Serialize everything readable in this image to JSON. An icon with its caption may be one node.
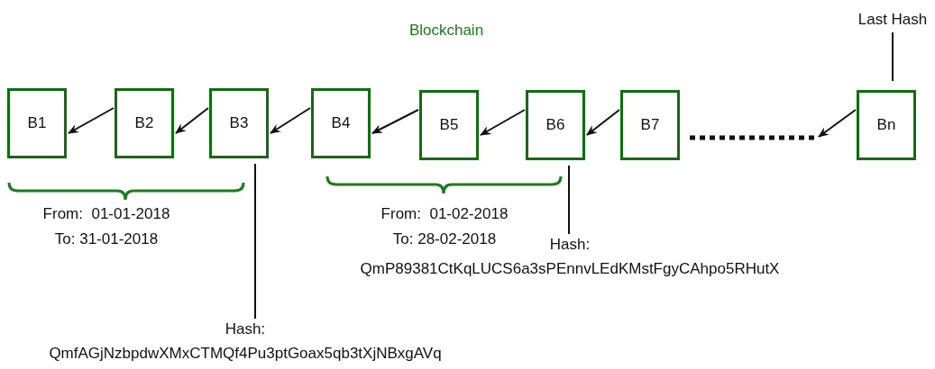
{
  "diagram": {
    "title": "Blockchain",
    "nodes": [
      {
        "text": [
          "B1"
        ]
      },
      {
        "text": [
          "B2"
        ]
      },
      {
        "text": [
          "B3"
        ]
      },
      {
        "text": [
          "B4"
        ]
      },
      {
        "text": [
          "B5"
        ]
      },
      {
        "text": [
          "B6"
        ]
      },
      {
        "text": [
          "B7"
        ]
      },
      {
        "text": [
          "Bn"
        ]
      },
      {
        "text": [
          "Hash:",
          "QmfAGjNzbpdwXMxCTMQf4Pu3ptGoax5qb3tXjNBxgAVq"
        ]
      },
      {
        "text": [
          "Hash:",
          "QmP89381CtKqLUCS6a3sPEnnvLEdKMstFgyCAhpo5RHutX"
        ]
      },
      {
        "text": [
          "Last Hash"
        ]
      }
    ],
    "edges": [
      {
        "from": 1,
        "to": 0,
        "arrow": "to"
      },
      {
        "from": 2,
        "to": 1,
        "arrow": "to"
      },
      {
        "from": 3,
        "to": 2,
        "arrow": "to"
      },
      {
        "from": 4,
        "to": 3,
        "arrow": "to"
      },
      {
        "from": 5,
        "to": 4,
        "arrow": "to"
      },
      {
        "from": 6,
        "to": 5,
        "arrow": "to"
      },
      {
        "from": 7,
        "to": null,
        "arrow": "to"
      },
      {
        "from": 8,
        "to": 2,
        "arrow": "none"
      },
      {
        "from": 9,
        "to": 5,
        "arrow": "none"
      },
      {
        "from": 10,
        "to": 7,
        "arrow": "none"
      }
    ],
    "labels": [
      "From:  01-01-2018",
      "To: 31-01-2018",
      "From:  01-02-2018",
      "To: 28-02-2018"
    ]
  }
}
